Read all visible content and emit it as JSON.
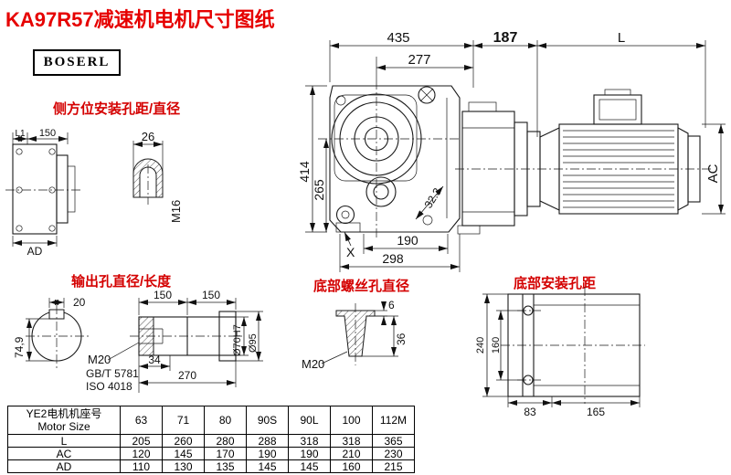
{
  "title": "KA97R57减速机电机尺寸图纸",
  "brand": "BOSERL",
  "annotations": {
    "side_mount": "侧方位安装孔距/直径",
    "output_hole": "输出孔直径/长度",
    "bottom_screw": "底部螺丝孔直径",
    "bottom_mount": "底部安装孔距"
  },
  "front_view": {
    "dim_435": "435",
    "dim_277": "277",
    "dim_414": "414",
    "dim_265": "265",
    "dim_190": "190",
    "dim_298": "298",
    "dim_angle": "32.3",
    "label_x": "X"
  },
  "side_view": {
    "dim_187": "187",
    "dim_L": "L",
    "dim_AC": "AC"
  },
  "left_view": {
    "dim_L1": "L1",
    "dim_150": "150",
    "dim_AD": "AD"
  },
  "shaft_slot": {
    "dim_26": "26",
    "dim_M16": "M16"
  },
  "output_shaft": {
    "dim_20": "20",
    "dim_150a": "150",
    "dim_150b": "150",
    "dim_749": "74,9",
    "dim_M20": "M20",
    "std1": "GB/T 5781",
    "std2": "ISO 4018",
    "dim_34": "34",
    "dim_270": "270",
    "dim_70": "Ø70H7",
    "dim_95": "Ø95"
  },
  "bolt_detail": {
    "dim_6": "6",
    "dim_36": "36",
    "dim_M20": "M20"
  },
  "bottom_view": {
    "dim_240": "240",
    "dim_160": "160",
    "dim_83": "83",
    "dim_165": "165"
  },
  "table": {
    "header_line1": "YE2电机机座号",
    "header_line2": "Motor Size",
    "columns": [
      "63",
      "71",
      "80",
      "90S",
      "90L",
      "100",
      "112M"
    ],
    "rows": [
      {
        "label": "L",
        "values": [
          "205",
          "260",
          "280",
          "288",
          "318",
          "318",
          "365"
        ]
      },
      {
        "label": "AC",
        "values": [
          "120",
          "145",
          "170",
          "190",
          "190",
          "210",
          "230"
        ]
      },
      {
        "label": "AD",
        "values": [
          "110",
          "130",
          "135",
          "145",
          "145",
          "160",
          "215"
        ]
      }
    ]
  }
}
